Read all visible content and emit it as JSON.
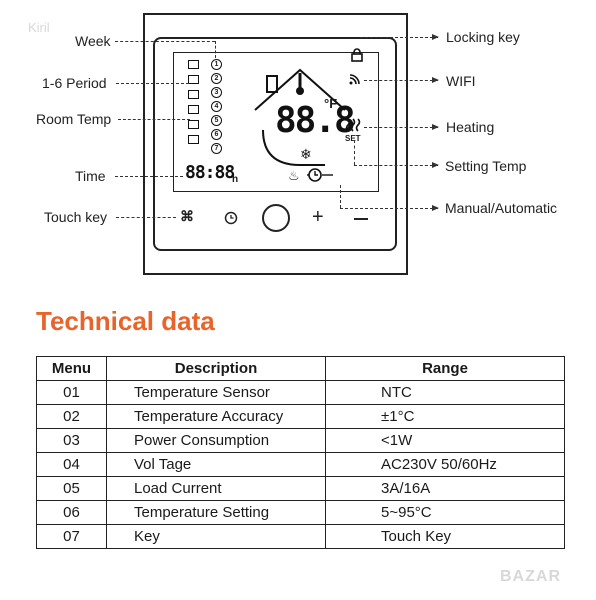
{
  "watermarks": {
    "top_left": "Kiril",
    "bottom_right": "BAZAR"
  },
  "diagram": {
    "callouts_left": [
      "Week",
      "1-6 Period",
      "Room Temp",
      "Time",
      "Touch key"
    ],
    "callouts_right": [
      "Locking key",
      "WIFI",
      "Heating",
      "Setting Temp",
      "Manual/Automatic"
    ],
    "lcd": {
      "period_numbers": [
        "1",
        "2",
        "3",
        "4",
        "5",
        "6",
        "7"
      ],
      "temp_digits": "88.8",
      "unit": "°F",
      "set_label": "SET",
      "time_digits": "88:88",
      "time_unit": "h",
      "flame_icon": "flame-icon",
      "clock_icon": "clock-icon",
      "snow_icon": "snowflake-icon",
      "wifi_icon": "wifi-icon",
      "lock_icon": "lock-icon",
      "heating_icon": "heating-waves-icon"
    },
    "touch_keys": [
      "menu-key-icon",
      "clock-key-icon",
      "power-key-icon",
      "plus-key-icon",
      "minus-key-icon"
    ]
  },
  "technical": {
    "title": "Technical data",
    "headers": [
      "Menu",
      "Description",
      "Range"
    ],
    "rows": [
      [
        "01",
        "Temperature Sensor",
        "NTC"
      ],
      [
        "02",
        "Temperature Accuracy",
        "±1°C"
      ],
      [
        "03",
        "Power Consumption",
        "<1W"
      ],
      [
        "04",
        "Vol Tage",
        "AC230V 50/60Hz"
      ],
      [
        "05",
        "Load Current",
        "3A/16A"
      ],
      [
        "06",
        "Temperature Setting",
        "5~95°C"
      ],
      [
        "07",
        "Key",
        "Touch Key"
      ]
    ]
  },
  "colors": {
    "title": "#e8642a",
    "lines": "#222222"
  }
}
